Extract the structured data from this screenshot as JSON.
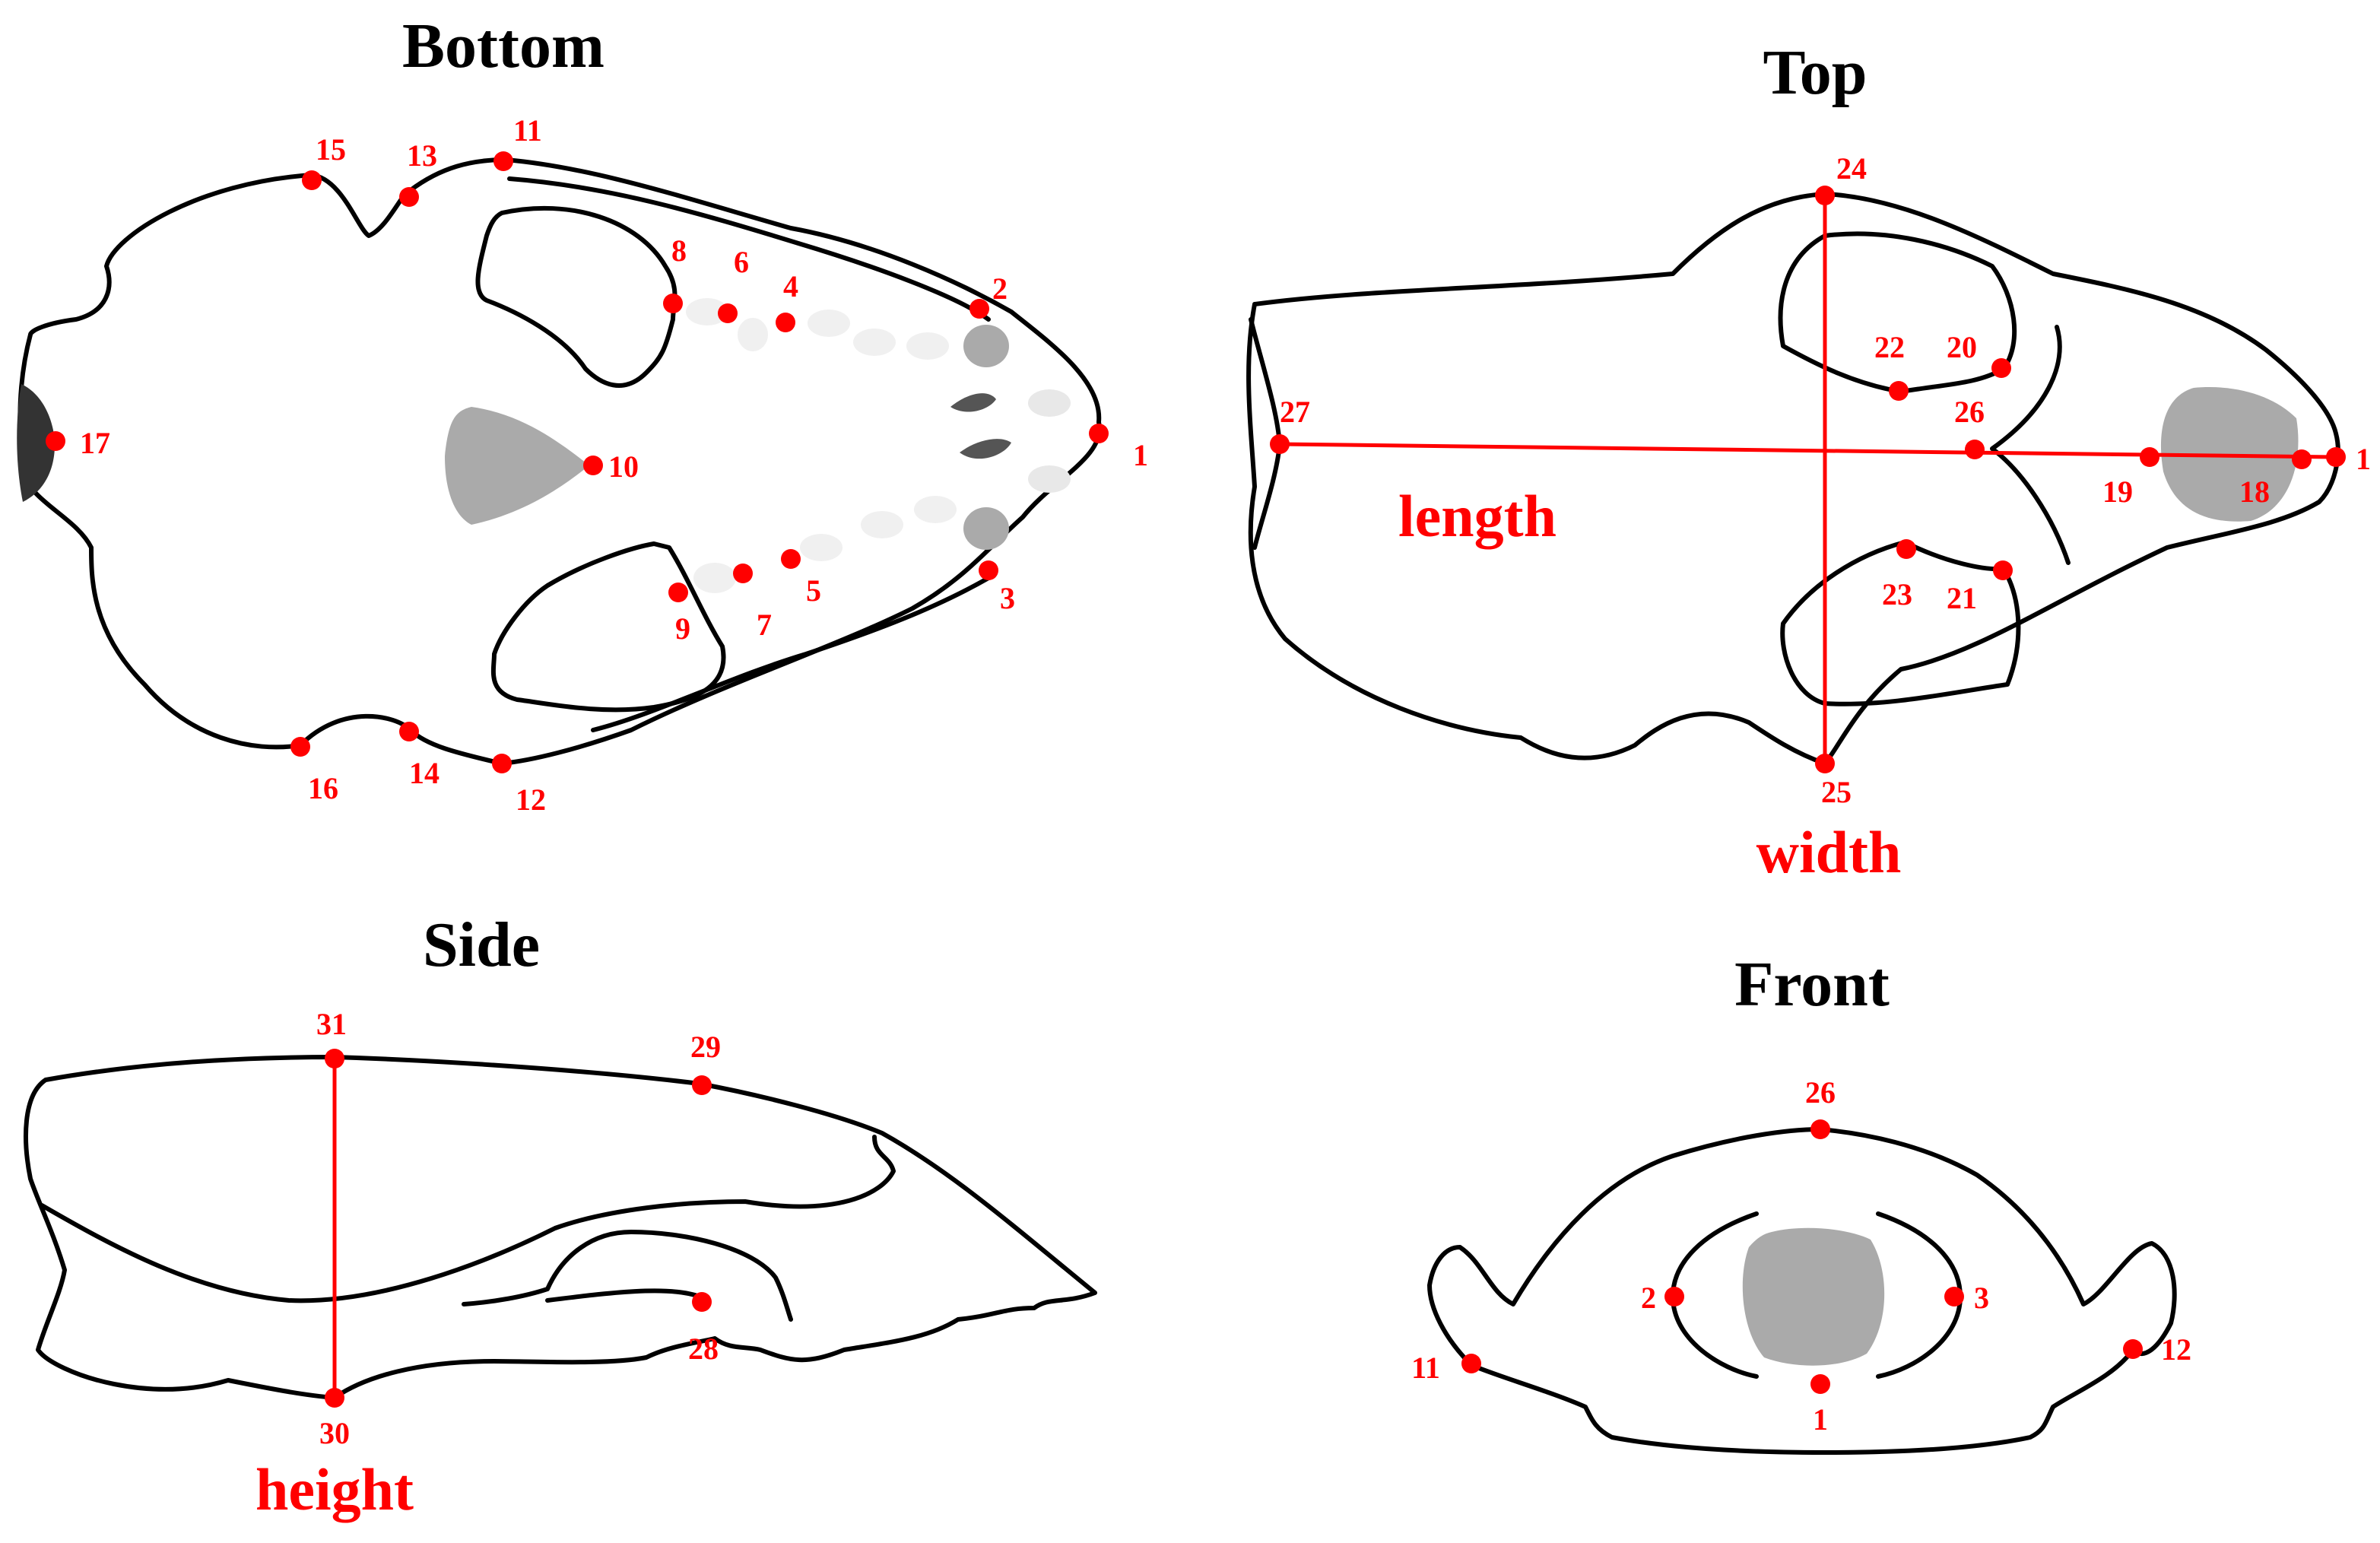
{
  "colors": {
    "landmark": "#ff0000",
    "outline": "#000000",
    "shading": "#aaaaaa"
  },
  "views": {
    "bottom": {
      "title": "Bottom",
      "landmarks": [
        "1",
        "2",
        "3",
        "4",
        "5",
        "6",
        "7",
        "8",
        "9",
        "10",
        "11",
        "12",
        "13",
        "14",
        "15",
        "16",
        "17"
      ]
    },
    "top": {
      "title": "Top",
      "landmarks": [
        "1",
        "18",
        "19",
        "20",
        "21",
        "22",
        "23",
        "24",
        "25",
        "26",
        "27"
      ],
      "measure_length": "length",
      "measure_width": "width"
    },
    "side": {
      "title": "Side",
      "landmarks": [
        "28",
        "29",
        "30",
        "31"
      ],
      "measure_height": "height"
    },
    "front": {
      "title": "Front",
      "landmarks": [
        "26",
        "2",
        "3",
        "11",
        "12",
        "1"
      ]
    }
  }
}
